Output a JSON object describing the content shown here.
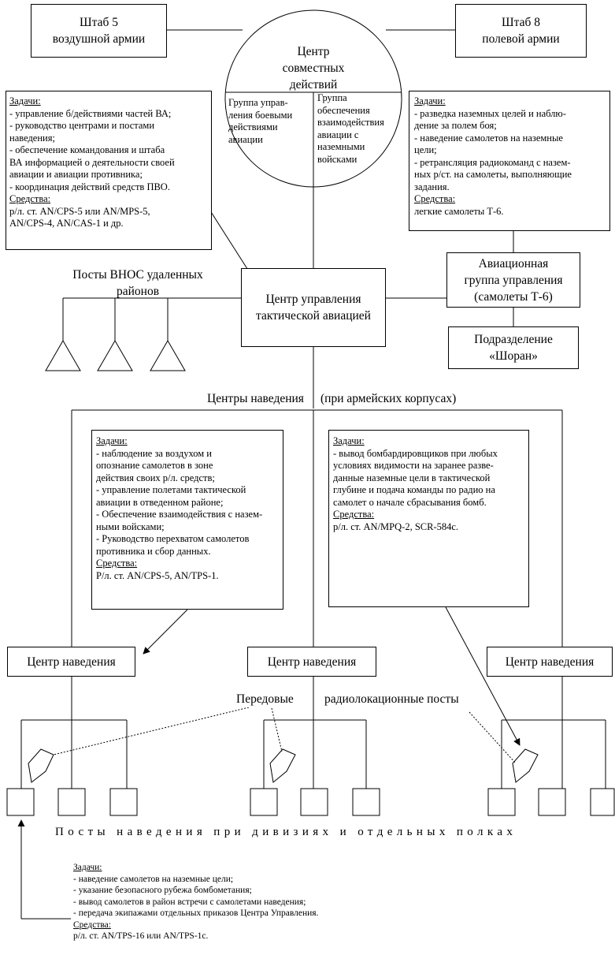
{
  "hq_air": {
    "line1": "Штаб 5",
    "line2": "воздушной армии"
  },
  "hq_field": {
    "line1": "Штаб 8",
    "line2": "полевой армии"
  },
  "joint_center": {
    "title": [
      "Центр",
      "совместных",
      "действий"
    ],
    "left_group": [
      "Группа управ-",
      "ления боевыми",
      "действиями",
      "авиации"
    ],
    "right_group": [
      "Группа",
      "обеспечения",
      "взаимодействия",
      "авиации с",
      "наземными",
      "войсками"
    ]
  },
  "air_tasks": {
    "tasks_label": "Задачи:",
    "tasks": [
      "- управление б/действиями частей ВА;",
      "- руководство центрами и постами",
      "наведения;",
      "- обеспечение командования и штаба",
      "ВА информацией о деятельности своей",
      "авиации и авиации противника;",
      "- координация действий средств ПВО."
    ],
    "means_label": "Средства:",
    "means": [
      "р/л. ст. AN/CPS-5 или AN/MPS-5,",
      "AN/CPS-4, AN/CAS-1 и др."
    ]
  },
  "field_tasks": {
    "tasks_label": "Задачи:",
    "tasks": [
      "- разведка наземных целей и наблю-",
      "дение за полем боя;",
      "- наведение самолетов на наземные",
      "цели;",
      "- ретрансляция радиокоманд с назем-",
      "ных р/ст. на самолеты, выполняющие",
      "задания."
    ],
    "means_label": "Средства:",
    "means": [
      "легкие самолеты Т-6."
    ]
  },
  "aviation_group": [
    "Авиационная",
    "группа управления",
    "(самолеты Т-6)"
  ],
  "shoran": [
    "Подразделение",
    "«Шоран»"
  ],
  "tac_center": [
    "Центр управления",
    "тактической авиацией"
  ],
  "vnos_posts": [
    "Посты ВНОС удаленных",
    "районов"
  ],
  "guidance_centers_label": "Центры наведения",
  "corps_label": "(при армейских корпусах)",
  "center_tasks": {
    "tasks_label": "Задачи:",
    "tasks": [
      "- наблюдение за воздухом и",
      "опознание  самолетов в зоне",
      "действия своих р/л. средств;",
      "- управление полетами тактической",
      "авиации в отведенном районе;",
      "- Обеспечение взаимодействия с назем-",
      "ными войсками;",
      "- Руководство перехватом самолетов",
      "противника и сбор данных."
    ],
    "means_label": "Средства:",
    "means": [
      "Р/л. ст. AN/CPS-5, AN/TPS-1."
    ]
  },
  "bomber_tasks": {
    "tasks_label": "Задачи:",
    "tasks": [
      "- вывод бомбардировщиков при любых",
      "условиях видимости на заранее разве-",
      "данные наземные цели в тактической",
      "глубине и подача команды по радио на",
      "самолет о начале сбрасывания бомб."
    ],
    "means_label": "Средства:",
    "means": [
      "р/л. ст. AN/MPQ-2, SCR-584c."
    ]
  },
  "guidance_center_label": "Центр наведения",
  "forward_label": "Передовые",
  "radar_posts_label": "радиолокационные посты",
  "division_posts_label": "Посты наведения при дивизиях и отдельных полках",
  "post_tasks": {
    "tasks_label": "Задачи:",
    "tasks": [
      "- наведение самолетов на наземные цели;",
      "- указание безопасного рубежа бомбометания;",
      "- вывод самолетов в район встречи с самолетами наведения;",
      "- передача экипажами отдельных приказов Центра Управления."
    ],
    "means_label": "Средства:",
    "means": [
      "р/л. ст. AN/TPS-16 или AN/TPS-1с."
    ]
  }
}
